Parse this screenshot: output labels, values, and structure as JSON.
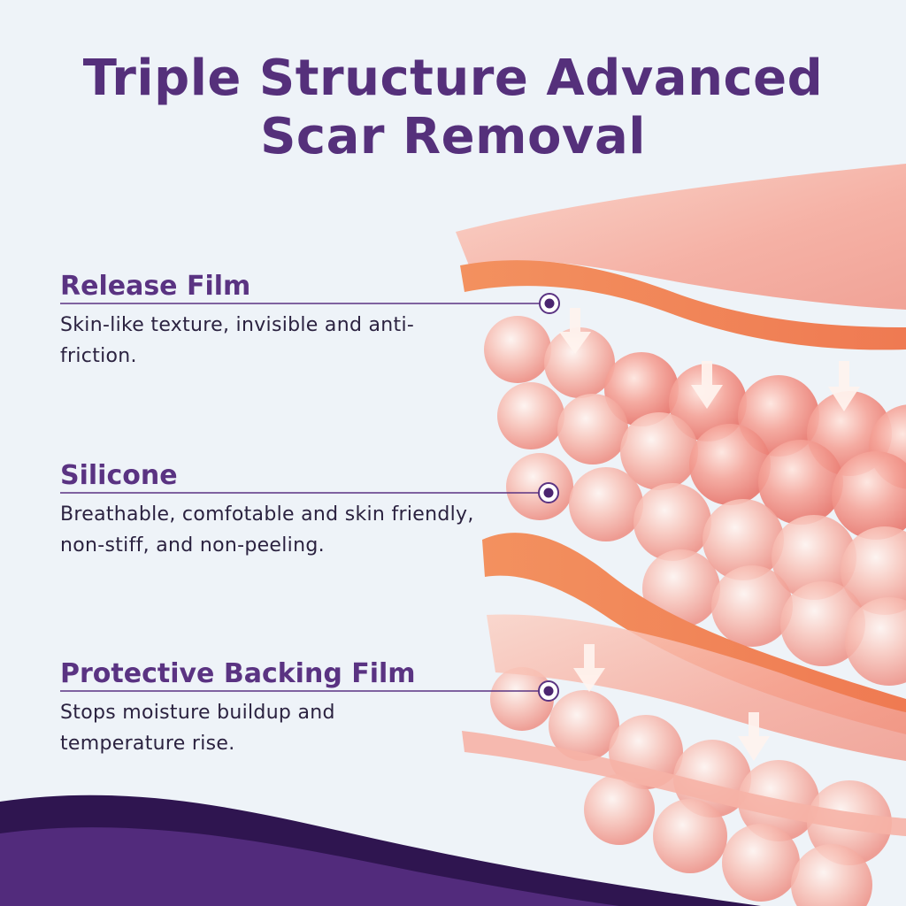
{
  "title": {
    "line1": "Triple Structure Advanced",
    "line2": "Scar Removal"
  },
  "layers": [
    {
      "heading": "Release Film",
      "description": "Skin-like texture, invisible and anti-friction."
    },
    {
      "heading": "Silicone",
      "description": "Breathable, comfotable and skin friendly, non-stiff, and non-peeling."
    },
    {
      "heading": "Protective Backing Film",
      "description": "Stops moisture buildup and temperature rise."
    }
  ],
  "colors": {
    "background": "#eef3f8",
    "title": "#55307b",
    "heading": "#5a3382",
    "body_text": "#2b2240",
    "wave_dark": "#2f1550",
    "wave_light": "#522b7c",
    "silicone_pink": "#f4a49a",
    "orange_band": "#f08458"
  },
  "icons": [
    "callout-dot-icon",
    "down-arrow-icon"
  ]
}
